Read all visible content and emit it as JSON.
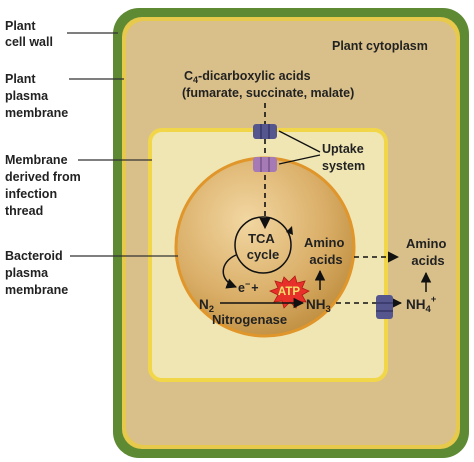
{
  "labels": {
    "plant_cell_wall": [
      "Plant",
      "cell wall"
    ],
    "plant_plasma_membrane": [
      "Plant",
      "plasma",
      "membrane"
    ],
    "infection_membrane": [
      "Membrane",
      "derived from",
      "infection",
      "thread"
    ],
    "bacteroid_membrane": [
      "Bacteroid",
      "plasma",
      "membrane"
    ],
    "plant_cytoplasm": "Plant cytoplasm",
    "c4_prefix": "C",
    "c4_sub": "4",
    "c4_suffix": "-dicarboxylic acids",
    "c4_examples": "(fumarate, succinate, malate)",
    "uptake_system": [
      "Uptake",
      "system"
    ],
    "tca_cycle": [
      "TCA",
      "cycle"
    ],
    "amino_acids_inner": [
      "Amino",
      "acids"
    ],
    "amino_acids_outer": [
      "Amino",
      "acids"
    ],
    "electron": "e",
    "electron_sup": "−",
    "plus": "+",
    "atp": "ATP",
    "n2_main": "N",
    "n2_sub": "2",
    "nh3_main": "NH",
    "nh3_sub": "3",
    "nitrogenase": "Nitrogenase",
    "nh4_main": "NH",
    "nh4_sub": "4",
    "nh4_sup": "+"
  },
  "colors": {
    "cell_wall": "#5e8a34",
    "cell_wall_inner": "#e7c94c",
    "cytoplasm": "#d9c08a",
    "infection_space": "#efe6b4",
    "infection_border": "#f2d64a",
    "bacteroid_fill": "#d4a85e",
    "bacteroid_border": "#e0962a",
    "transporter_blue": "#56568f",
    "transporter_purple": "#a57ab5",
    "atp_burst": "#e8302a",
    "atp_text": "#f4e26a"
  }
}
